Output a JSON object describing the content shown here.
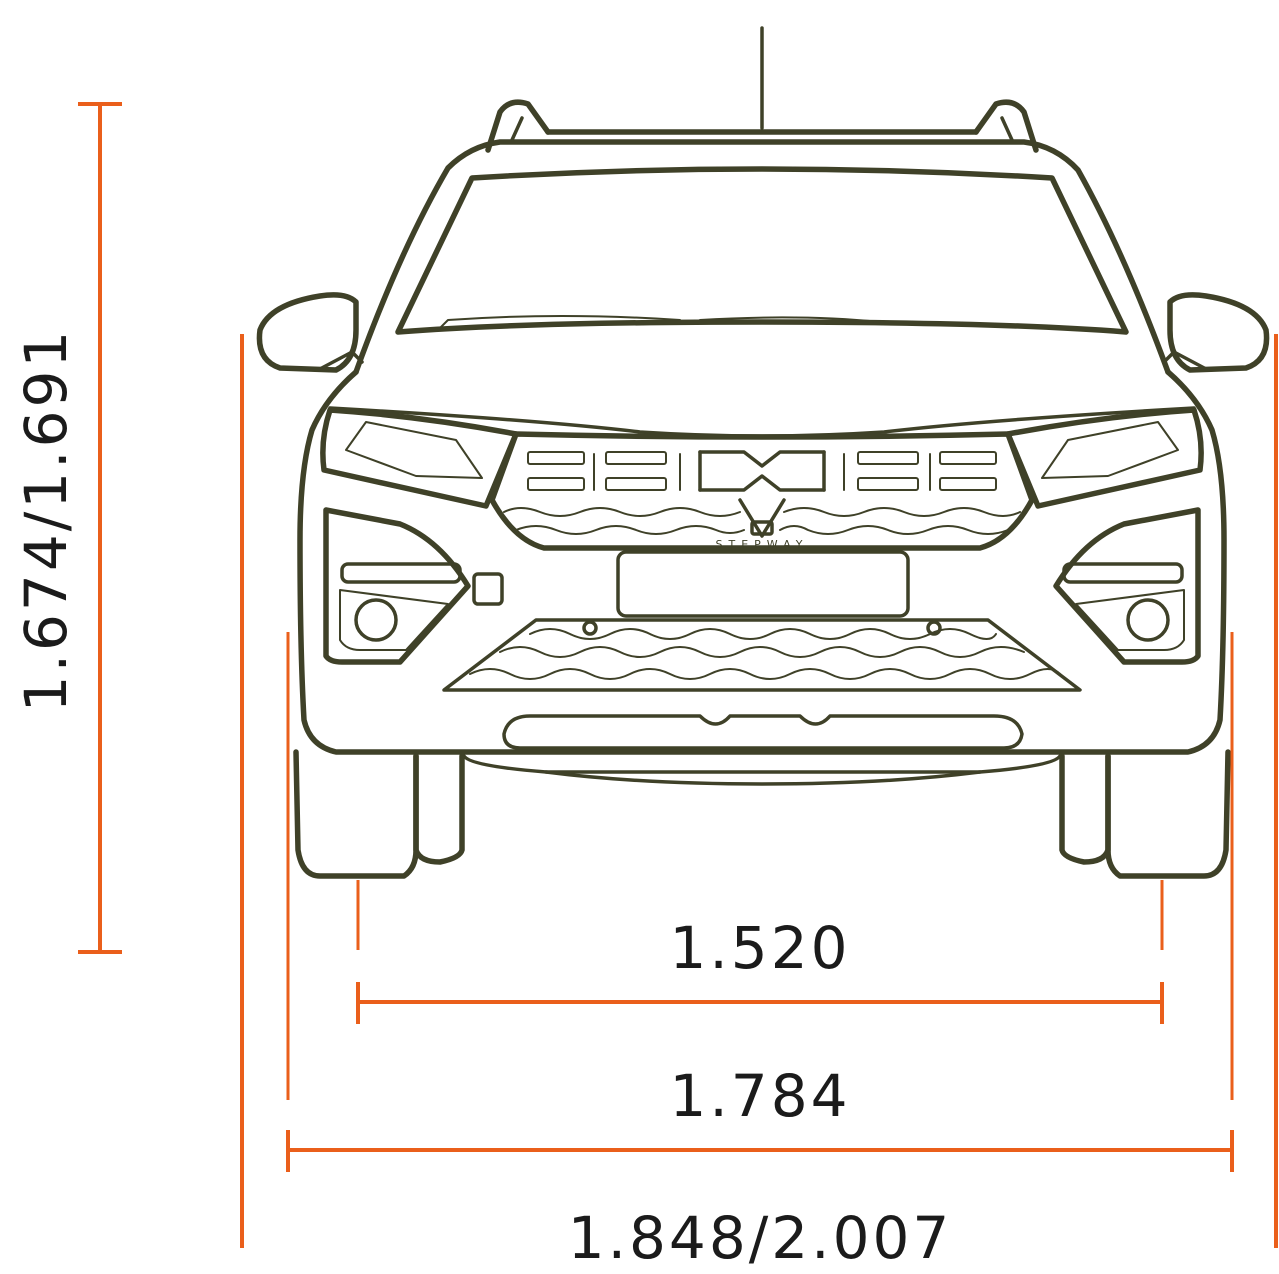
{
  "dimensions": {
    "height": "1.674/1.691",
    "track": "1.520",
    "body_width": "1.784",
    "mirror_width": "1.848/2.007"
  },
  "emblem": {
    "badge": "STEPWAY"
  },
  "colors": {
    "car_outline": "#3f4128",
    "dimension_line": "#ea5f1b",
    "label_text": "#1b1b1b",
    "background": "#ffffff"
  }
}
